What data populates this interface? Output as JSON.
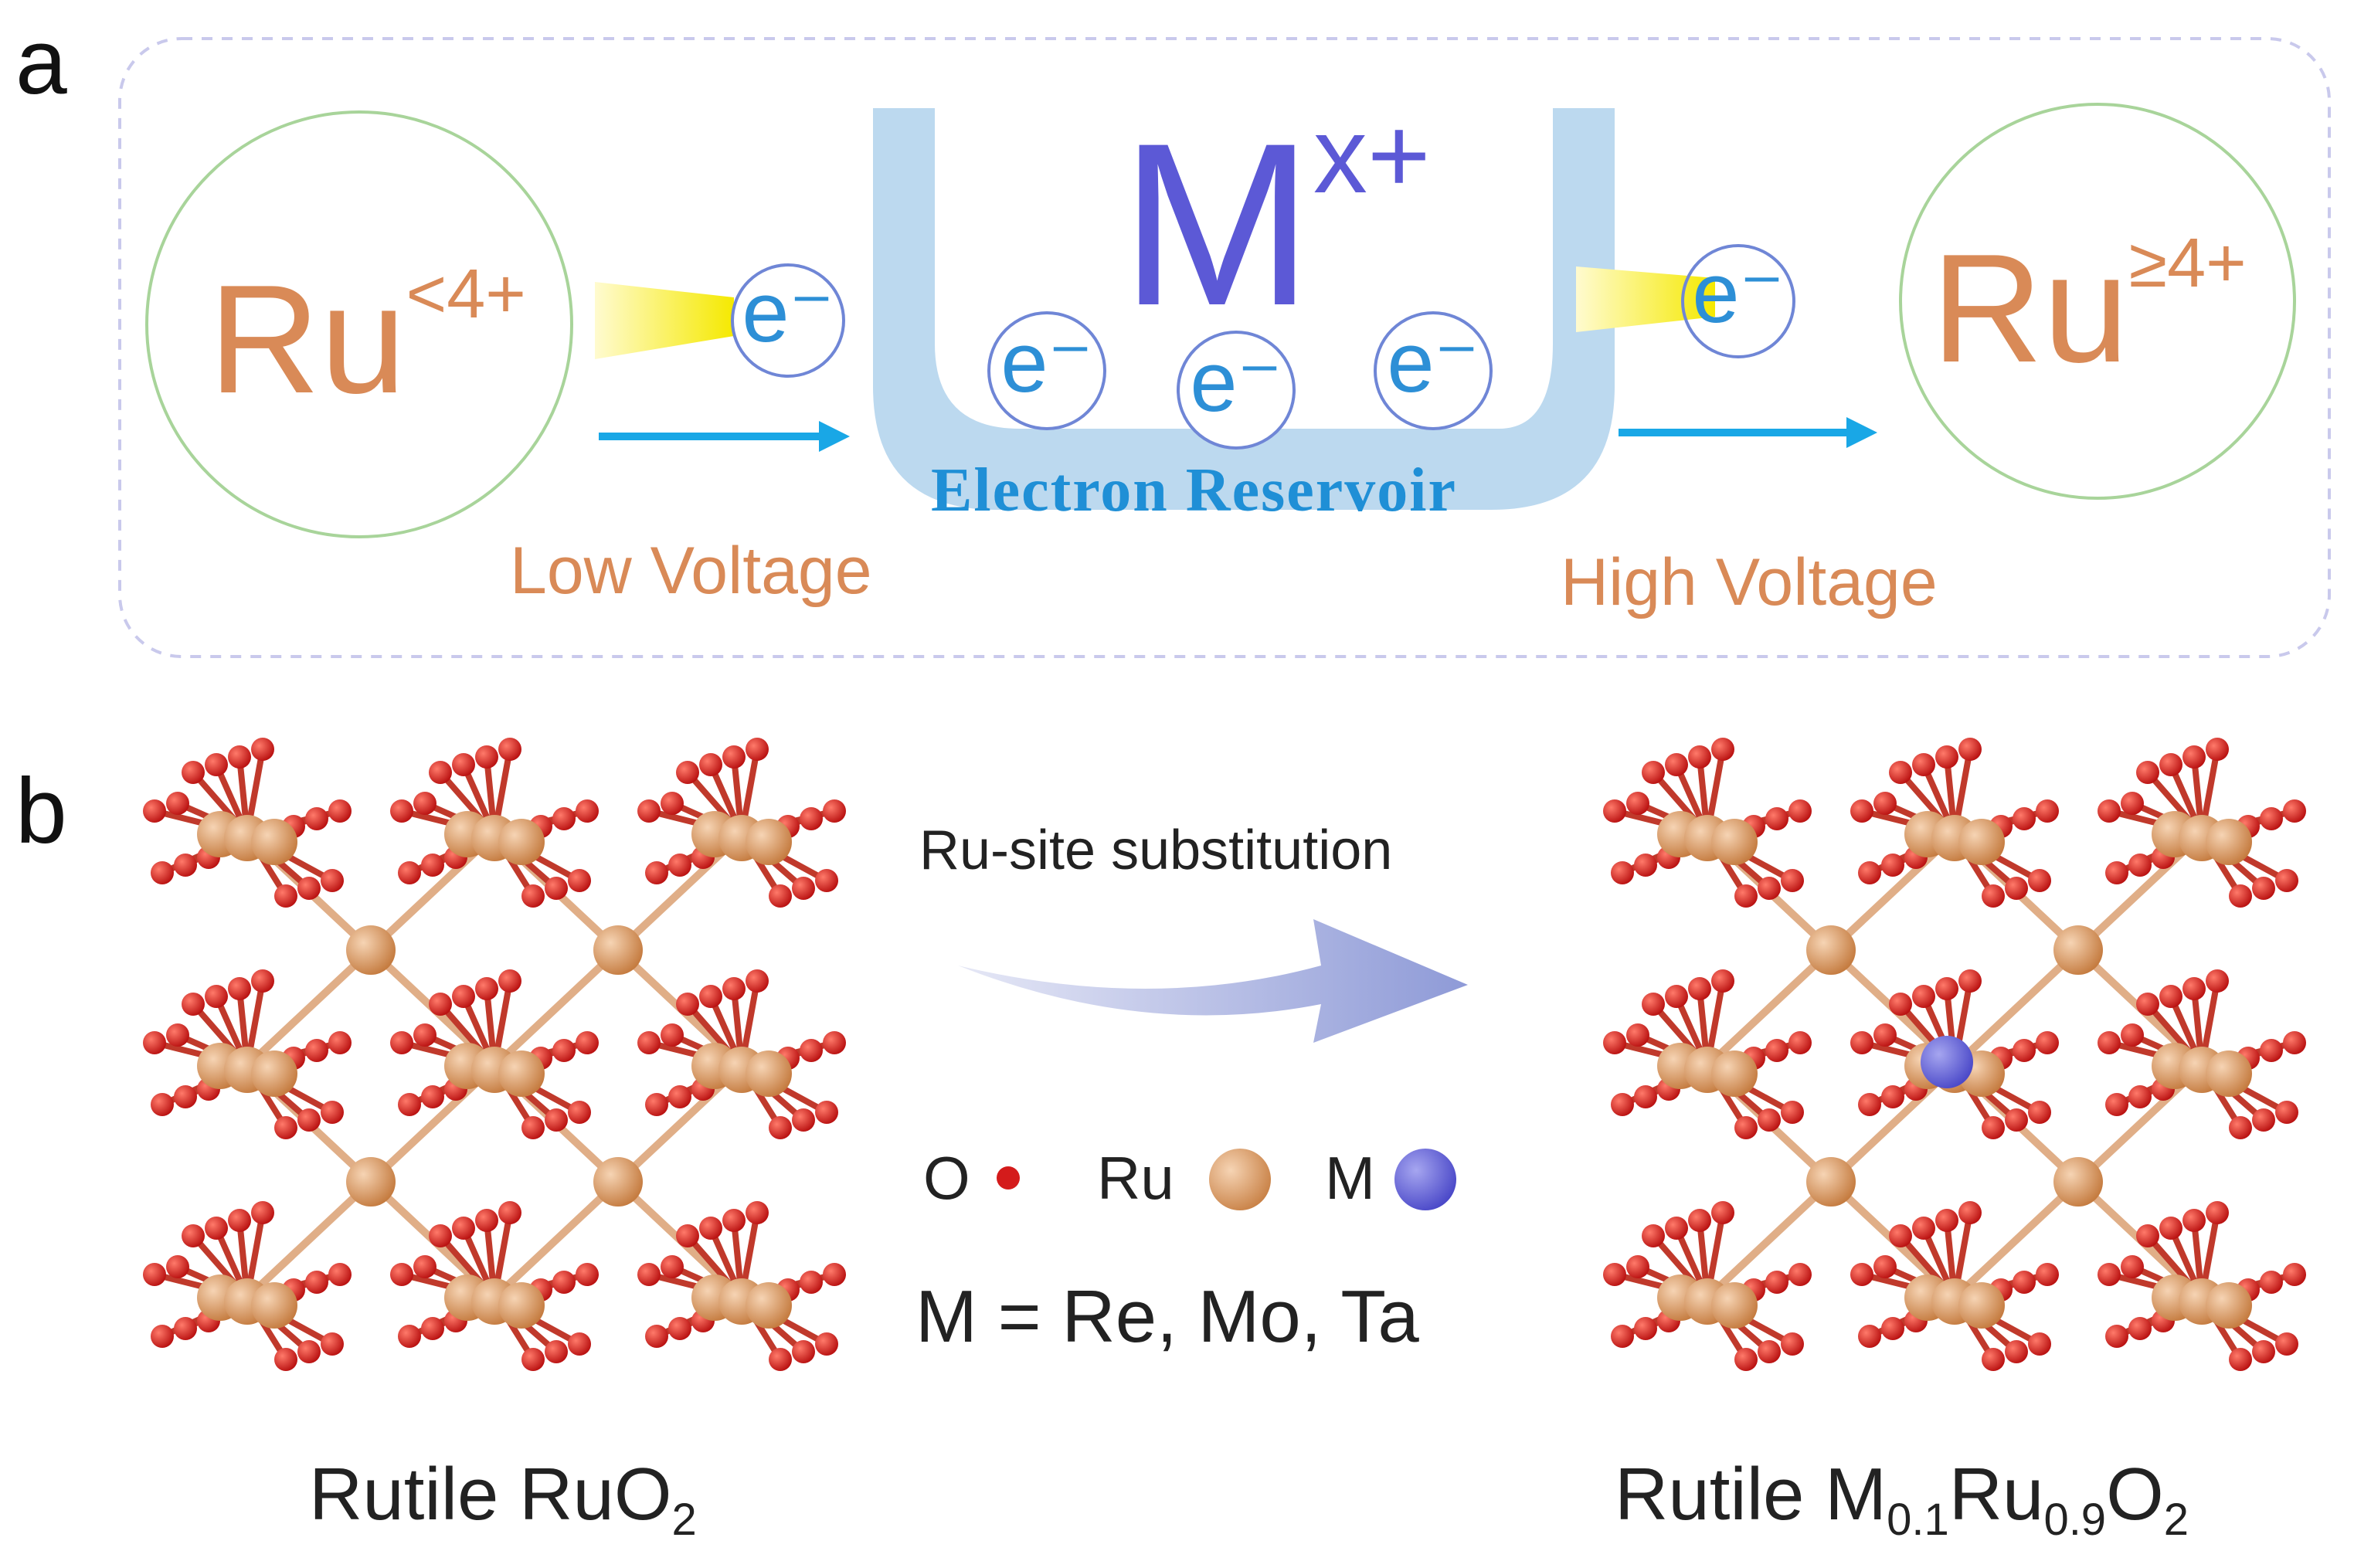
{
  "panel_a": {
    "letter": "a",
    "left_state": {
      "base": "Ru",
      "charge": "<4+"
    },
    "right_state": {
      "base": "Ru",
      "charge": "≥4+"
    },
    "center_ion": {
      "base": "M",
      "charge": "x+"
    },
    "electron_label": "e⁻",
    "reservoir_label": "Electron Reservoir",
    "low_voltage_label": "Low Voltage",
    "high_voltage_label": "High Voltage"
  },
  "panel_b": {
    "letter": "b",
    "arrow_caption": "Ru-site substitution",
    "legend": {
      "o_label": "O",
      "ru_label": "Ru",
      "m_label": "M"
    },
    "m_definition": "M = Re, Mo, Ta",
    "left_caption": {
      "text": "Rutile RuO",
      "sub": "2"
    },
    "right_caption": {
      "prefix": "Rutile M",
      "sub1": "0.1",
      "mid": "Ru",
      "sub2": "0.9",
      "mid2": "O",
      "sub3": "2"
    }
  },
  "colors": {
    "oxygen": "#d41b1b",
    "ruthenium": "#d9935f",
    "dopant_m": "#5c59d6",
    "arrow_blue": "#19a7e6",
    "reservoir_fill": "#bcd9ef",
    "circle_outline": "#a8d49a",
    "dashed_border": "#c9c9ec"
  }
}
